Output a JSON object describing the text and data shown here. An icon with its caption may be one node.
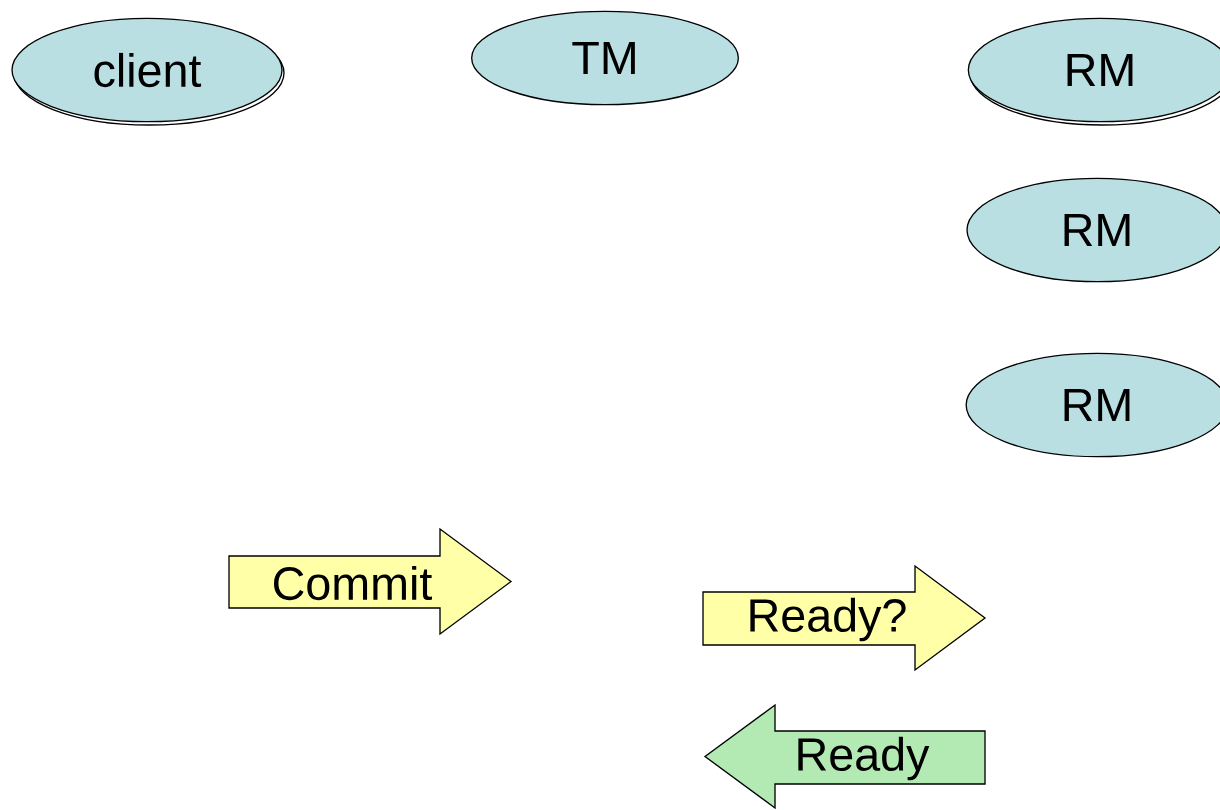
{
  "diagram": {
    "nodes": [
      {
        "text": [
          "client"
        ]
      },
      {
        "text": [
          "TM"
        ]
      },
      {
        "text": [
          "RM"
        ]
      },
      {
        "text": [
          "RM"
        ]
      },
      {
        "text": [
          "RM"
        ]
      },
      {
        "text": [
          "Commit"
        ]
      },
      {
        "text": [
          "Ready?"
        ]
      },
      {
        "text": [
          "Ready"
        ]
      }
    ]
  }
}
